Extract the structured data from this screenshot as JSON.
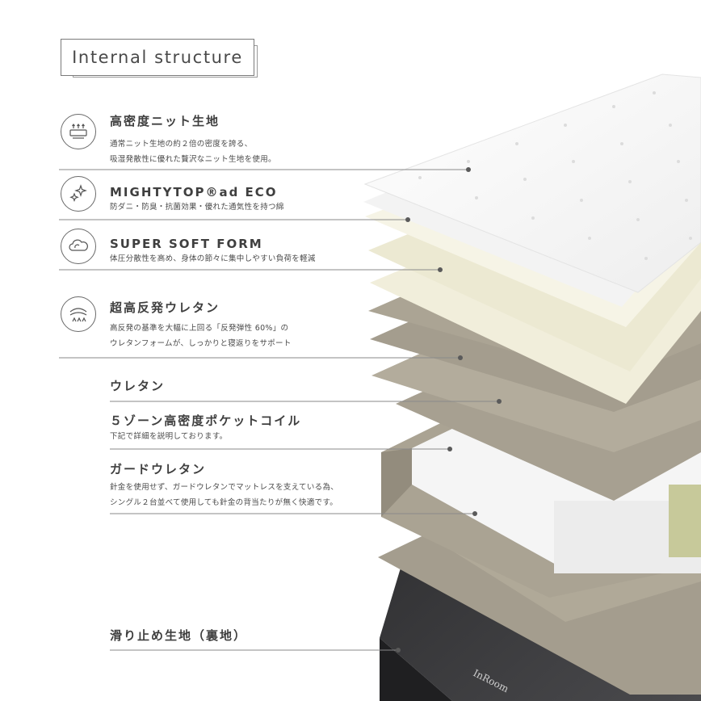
{
  "title": "Internal structure",
  "brand": "InRoom",
  "items": [
    {
      "heading": "高密度ニット生地",
      "desc": [
        "通常ニット生地の約２倍の密度を誇る、",
        "吸湿発散性に優れた贅沢なニット生地を使用。"
      ],
      "icon": "knit-fabric-icon"
    },
    {
      "heading": "MIGHTYTOP®ad ECO",
      "desc": [
        "防ダニ・防臭・抗菌効果・優れた通気性を持つ綿"
      ],
      "icon": "sparkle-icon"
    },
    {
      "heading": "SUPER SOFT FORM",
      "desc": [
        "体圧分散性を高め、身体の節々に集中しやすい負荷を軽減"
      ],
      "icon": "cloud-icon"
    },
    {
      "heading": "超高反発ウレタン",
      "desc": [
        "高反発の基準を大幅に上回る「反発弾性 60%」の",
        "ウレタンフォームが、しっかりと寝返りをサポート"
      ],
      "icon": "resilience-icon"
    },
    {
      "heading": "ウレタン",
      "desc": []
    },
    {
      "heading": "５ゾーン高密度ポケットコイル",
      "desc": [
        "下記で詳細を説明しております。"
      ]
    },
    {
      "heading": "ガードウレタン",
      "desc": [
        "針金を使用せず、ガードウレタンでマットレスを支えている為、",
        "シングル２台並べて使用しても針金の背当たりが無く快適です。"
      ]
    },
    {
      "heading": "滑り止め生地（裏地）",
      "desc": []
    }
  ],
  "colors": {
    "text": "#3d3d3d",
    "line": "#8a8a8a",
    "foam": "#a8a192",
    "cream": "#f2efdd",
    "base": "#3a3a3c"
  }
}
